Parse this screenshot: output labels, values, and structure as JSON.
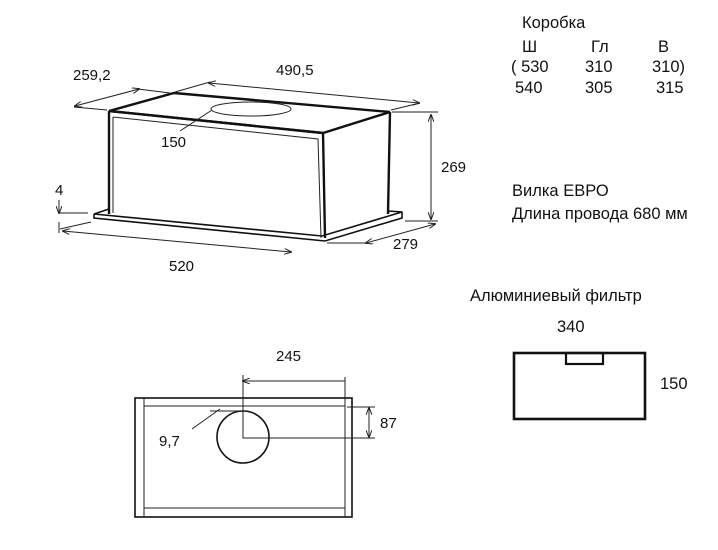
{
  "hood_iso": {
    "depth_top": "259,2",
    "width_top": "490,5",
    "outlet_diameter": "150",
    "height": "269",
    "plate_thickness": "4",
    "width_bottom": "520",
    "depth_bottom": "279"
  },
  "hood_bottom": {
    "outlet_offset_x": "245",
    "outlet_offset_y": "87",
    "edge_margin": "9,7"
  },
  "box": {
    "title": "Коробка",
    "headers": [
      "Ш",
      "Гл",
      "В"
    ],
    "row1": [
      "( 530",
      "310",
      "310)"
    ],
    "row2": [
      "540",
      "305",
      "315"
    ]
  },
  "plug": {
    "type": "Вилка ЕВРО",
    "cord_length": "Длина провода 680 мм"
  },
  "filter": {
    "title": "Алюминиевый фильтр",
    "width": "340",
    "height": "150"
  }
}
